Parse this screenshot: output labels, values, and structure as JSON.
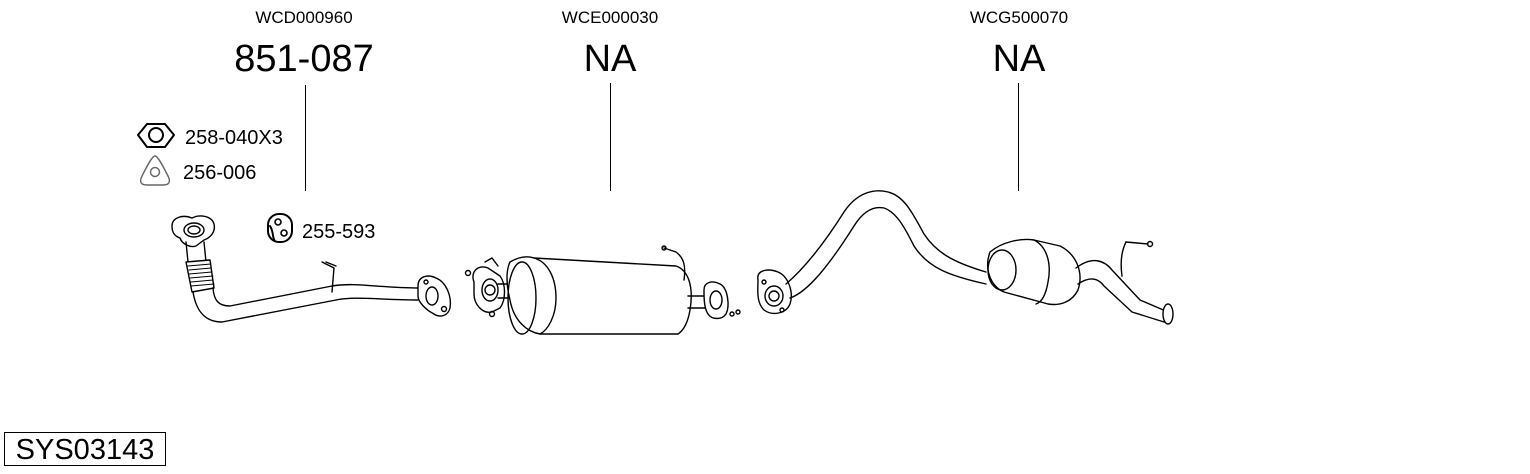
{
  "system_code": "SYS03143",
  "sections": [
    {
      "code": "WCD000960",
      "part": "851-087"
    },
    {
      "code": "WCE000030",
      "part": "NA"
    },
    {
      "code": "WCG500070",
      "part": "NA"
    }
  ],
  "hardware": [
    {
      "icon": "hex-nut-icon",
      "label": "258-040X3"
    },
    {
      "icon": "gasket-icon",
      "label": "256-006"
    },
    {
      "icon": "rubber-hanger-icon",
      "label": "255-593"
    }
  ]
}
